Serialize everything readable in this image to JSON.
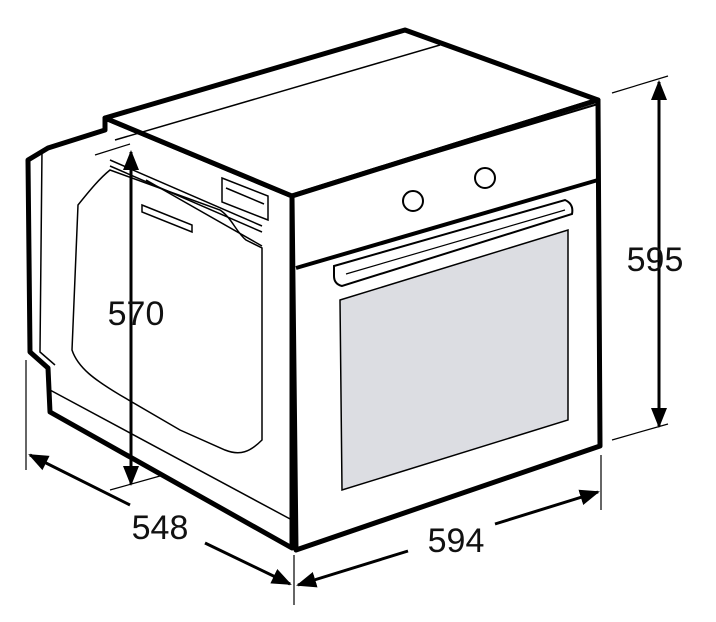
{
  "diagram": {
    "dimensions": {
      "total_height": "595",
      "niche_height": "570",
      "depth": "548",
      "width": "594"
    },
    "colors": {
      "outline": "#000000",
      "window_fill": "#dcdde2",
      "background": "#ffffff"
    },
    "icons": {
      "knob_left": "knob-icon",
      "knob_right": "knob-icon"
    }
  }
}
